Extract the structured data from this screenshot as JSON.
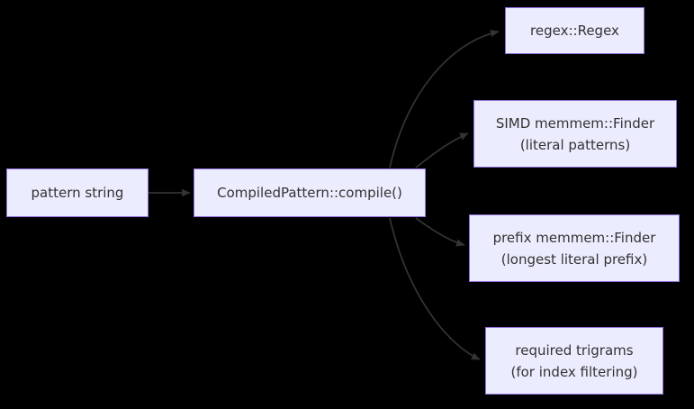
{
  "diagram": {
    "type": "flowchart",
    "direction": "LR",
    "colors": {
      "background": "#000000",
      "node_fill": "#ECECFF",
      "node_border": "#9370DB",
      "edge": "#333333",
      "text": "#333333"
    },
    "nodes": [
      {
        "id": "pattern",
        "label": "pattern string"
      },
      {
        "id": "compile",
        "label": "CompiledPattern::compile()"
      },
      {
        "id": "regex",
        "label": "regex::Regex"
      },
      {
        "id": "simd",
        "label": "SIMD memmem::Finder",
        "sublabel": "(literal patterns)"
      },
      {
        "id": "prefix",
        "label": "prefix memmem::Finder",
        "sublabel": "(longest literal prefix)"
      },
      {
        "id": "trigrams",
        "label": "required trigrams",
        "sublabel": "(for index filtering)"
      }
    ],
    "edges": [
      {
        "from": "pattern",
        "to": "compile"
      },
      {
        "from": "compile",
        "to": "regex"
      },
      {
        "from": "compile",
        "to": "simd"
      },
      {
        "from": "compile",
        "to": "prefix"
      },
      {
        "from": "compile",
        "to": "trigrams"
      }
    ]
  }
}
